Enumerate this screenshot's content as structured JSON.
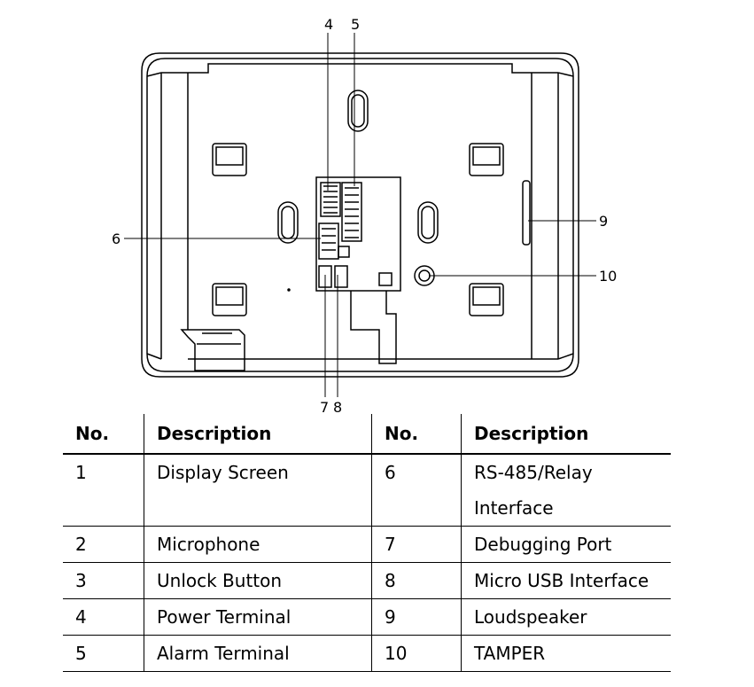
{
  "diagram": {
    "callouts": [
      "4",
      "5",
      "6",
      "7",
      "8",
      "9",
      "10"
    ]
  },
  "table": {
    "headers": [
      "No.",
      "Description",
      "No.",
      "Description"
    ],
    "rows": [
      [
        "1",
        "Display Screen",
        "6",
        "RS-485/Relay Interface"
      ],
      [
        "2",
        "Microphone",
        "7",
        "Debugging Port"
      ],
      [
        "3",
        "Unlock Button",
        "8",
        "Micro USB Interface"
      ],
      [
        "4",
        "Power Terminal",
        "9",
        "Loudspeaker"
      ],
      [
        "5",
        "Alarm Terminal",
        "10",
        "TAMPER"
      ]
    ]
  }
}
